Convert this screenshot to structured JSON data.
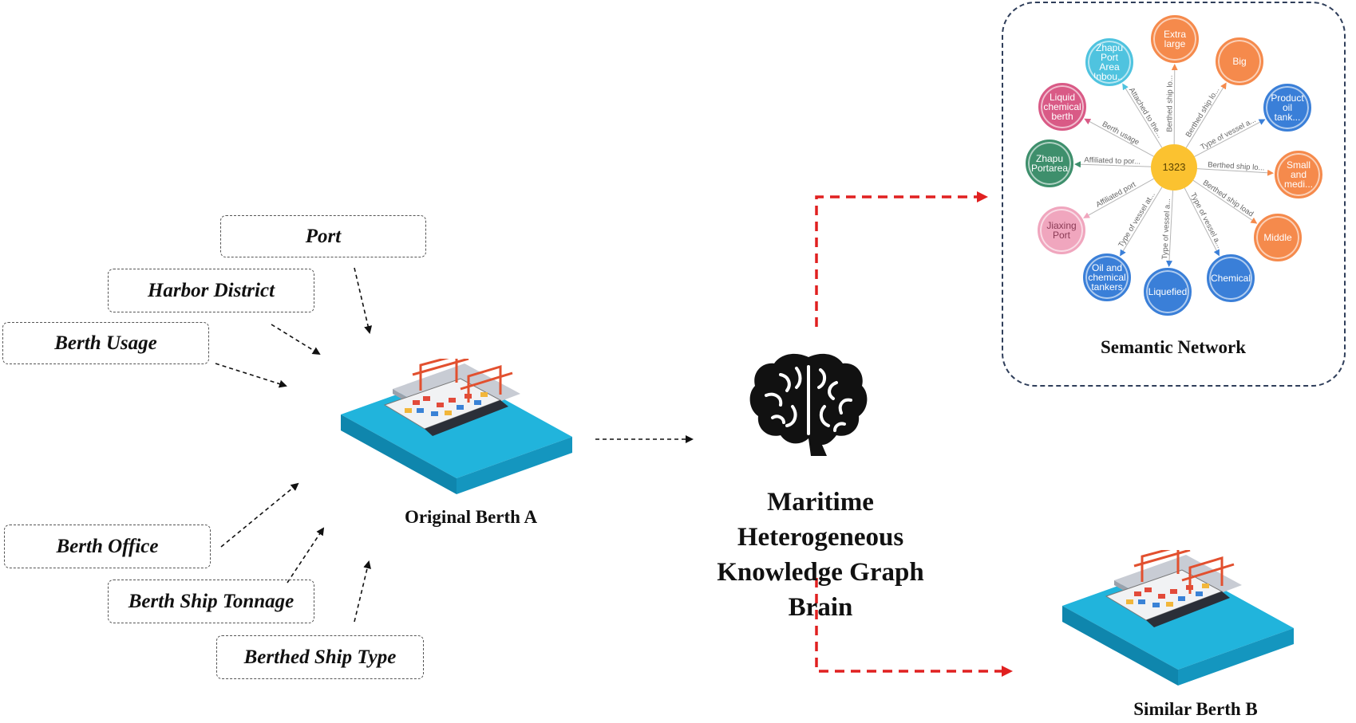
{
  "attributes": {
    "port": "Port",
    "harbor_district": "Harbor District",
    "berth_usage": "Berth Usage",
    "berth_office": "Berth Office",
    "berth_ship_tonnage": "Berth Ship Tonnage",
    "berthed_ship_type": "Berthed Ship Type"
  },
  "captions": {
    "original_berth": "Original Berth A",
    "brain_line1": "Maritime Heterogeneous",
    "brain_line2": "Knowledge Graph Brain",
    "semantic_network": "Semantic Network",
    "similar_berth": "Similar Berth B"
  },
  "semantic_network": {
    "center": "1323",
    "nodes": [
      {
        "label": "Zhapu Port Area Inbou...",
        "edge": "Attached to the...",
        "color": "#4fc3df"
      },
      {
        "label": "Extra large",
        "edge": "Berthed ship lo...",
        "color": "#f58a4c"
      },
      {
        "label": "Big",
        "edge": "Berthed ship lo...",
        "color": "#f58a4c"
      },
      {
        "label": "Product oil tank...",
        "edge": "Type of vessel a...",
        "color": "#3a7fd8"
      },
      {
        "label": "Small and medi...",
        "edge": "Berthed ship lo...",
        "color": "#f58a4c"
      },
      {
        "label": "Middle",
        "edge": "Berthed ship load",
        "color": "#f58a4c"
      },
      {
        "label": "Chemical",
        "edge": "Type of vessel a...",
        "color": "#3a7fd8"
      },
      {
        "label": "Liquefied",
        "edge": "Type of vessel a...",
        "color": "#3a7fd8"
      },
      {
        "label": "Oil and chemical tankers",
        "edge": "Type of vessel at...",
        "color": "#3a7fd8"
      },
      {
        "label": "Jiaxing Port",
        "edge": "Affiliated port",
        "color": "#f0a6be"
      },
      {
        "label": "Zhapu Portarea",
        "edge": "Affiliated to por...",
        "color": "#3e8f6c"
      },
      {
        "label": "Liquid chemical berth",
        "edge": "Berth usage",
        "color": "#d95a86"
      }
    ]
  },
  "colors": {
    "red_arrow": "#e02020",
    "center_node": "#fbc230",
    "sea": "#1aa7cf",
    "brain": "#111111"
  },
  "icons": {
    "brain": "brain-icon",
    "berth": "container-port-icon"
  }
}
